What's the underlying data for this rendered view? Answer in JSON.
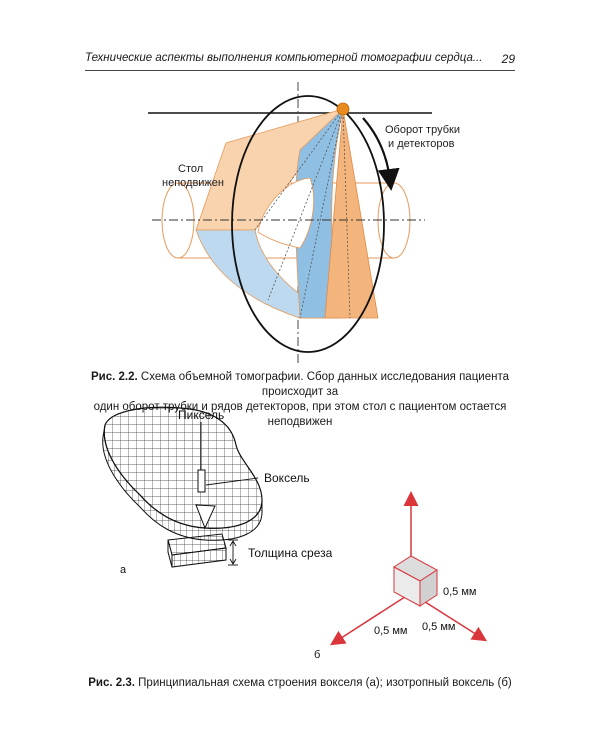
{
  "header": {
    "title": "Технические аспекты выполнения компьютерной томографии сердца...",
    "page_number": "29"
  },
  "figure_2_2": {
    "label_rotation": [
      "Оборот трубки",
      "и детекторов"
    ],
    "label_table": [
      "Стол",
      "неподвижен"
    ],
    "caption_num": "Рис. 2.2.",
    "caption_line1": "Схема объемной томографии. Сбор данных исследования пациента происходит за",
    "caption_line2": "один оборот трубки и рядов детекторов, при этом стол с пациентом остается неподвижен",
    "colors": {
      "orange": "#f3b57b",
      "orange_light": "#f8d3ad",
      "blue": "#8fbfe3",
      "blue_light": "#bcd9ef",
      "tube": "#e88a1e"
    }
  },
  "figure_2_3": {
    "label_pixel": "Пиксель",
    "label_voxel": "Воксель",
    "label_slice": "Толщина среза",
    "label_a": "а",
    "label_b": "б",
    "dim_1": "0,5 мм",
    "dim_2": "0,5 мм",
    "dim_3": "0,5 мм",
    "caption_num": "Рис. 2.3.",
    "caption_text": "Принципиальная схема строения вокселя (а); изотропный воксель (б)",
    "colors": {
      "axis": "#d9353b"
    }
  }
}
